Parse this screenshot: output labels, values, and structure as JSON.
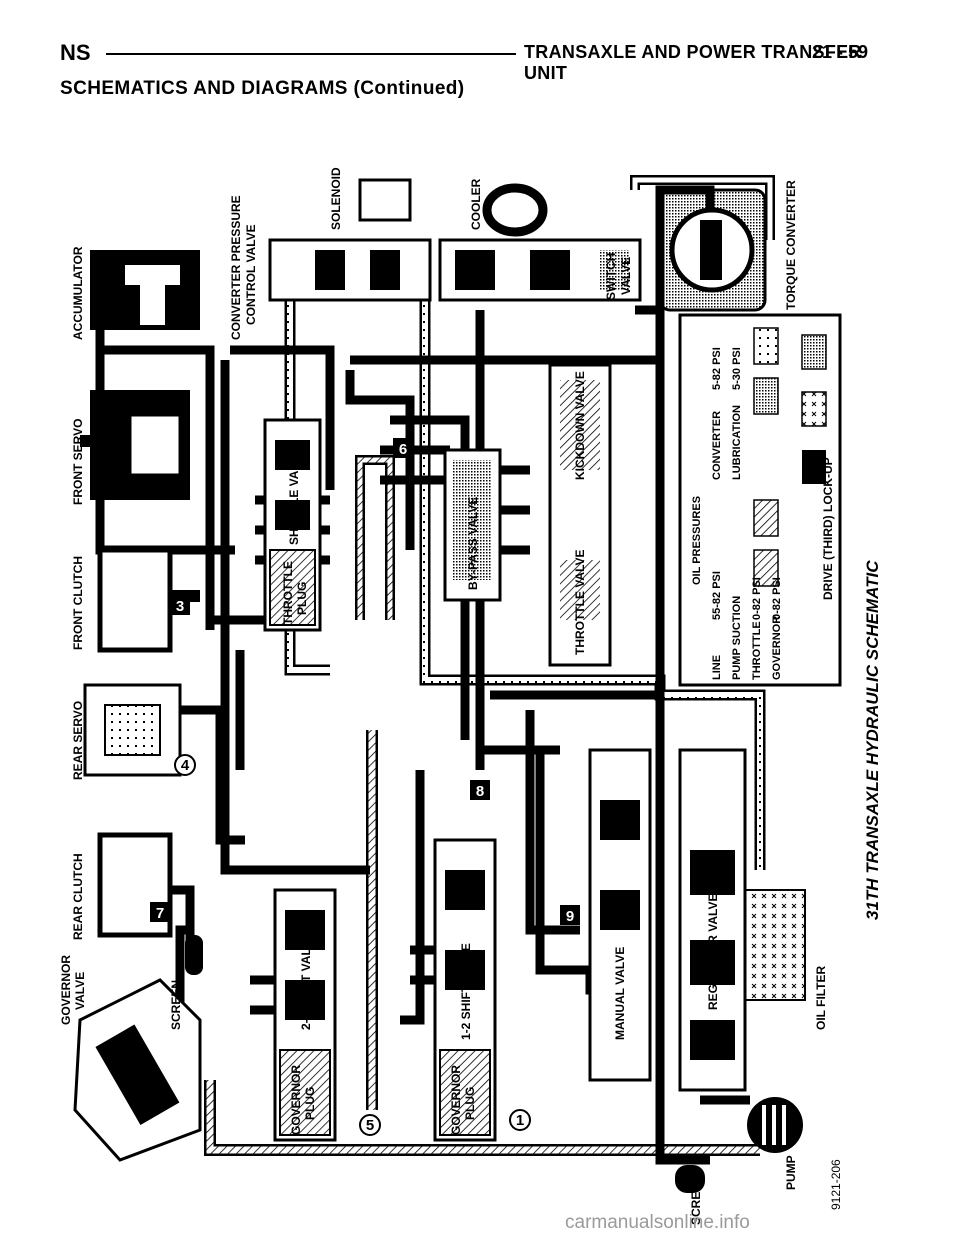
{
  "header": {
    "left": "NS",
    "title": "TRANSAXLE AND POWER TRANSFER UNIT",
    "page": "21 - 59"
  },
  "subheading": "SCHEMATICS AND DIAGRAMS (Continued)",
  "figure": {
    "title": "31TH TRANSAXLE HYDRAULIC SCHEMATIC",
    "code": "9121-206",
    "labels": {
      "accumulator": "ACCUMULATOR",
      "front_servo": "FRONT   SERVO",
      "front_clutch": "FRONT CLUTCH",
      "rear_servo": "REAR SERVO",
      "rear_clutch": "REAR CLUTCH",
      "governor_valve_1": "GOVERNOR",
      "governor_valve_2": "VALVE",
      "screen_top": "SCREEN",
      "conv_pressure_1": "CONVERTER PRESSURE",
      "conv_pressure_2": "CONTROL VALVE",
      "solenoid": "SOLENOID",
      "cooler": "COOLER",
      "switch_valve_1": "SWITCH",
      "switch_valve_2": "VALVE",
      "torque_converter": "TORQUE CONVERTER",
      "shuttle_valve": "SHUTTLE VALVE",
      "throttle_plug_1": "THROTTLE",
      "throttle_plug_2": "PLUG",
      "bypass_valve": "BY-PASS VALVE",
      "kickdown_valve": "KICKDOWN VALVE",
      "throttle_valve": "THROTTLE VALVE",
      "shift_23": "2-3 SHIFT VALVE",
      "shift_12": "1-2 SHIFT VALVE",
      "governor_plug_1": "GOVERNOR",
      "governor_plug_2": "PLUG",
      "manual_valve": "MANUAL VALVE",
      "regulator_valve": "REGULATOR VALVE",
      "oil_filter": "OIL FILTER",
      "pump": "PUMP",
      "screen_bottom": "SCREEN"
    },
    "check_balls": [
      "1",
      "3",
      "4",
      "5",
      "6",
      "7",
      "8",
      "9"
    ],
    "legend": {
      "heading": "OIL PRESSURES",
      "entries": [
        {
          "name": "LINE",
          "value": "55-82 PSI"
        },
        {
          "name": "PUMP SUCTION",
          "value": ""
        },
        {
          "name": "THROTTLE",
          "value": "0-82 PSI"
        },
        {
          "name": "GOVERNOR",
          "value": "0-82 PSI"
        },
        {
          "name": "CONVERTER",
          "value": "5-82 PSI"
        },
        {
          "name": "LUBRICATION",
          "value": "5-30 PSI"
        }
      ],
      "mode": "DRIVE (THIRD) LOCK-UP"
    }
  },
  "watermark": "carmanualsonline.info"
}
